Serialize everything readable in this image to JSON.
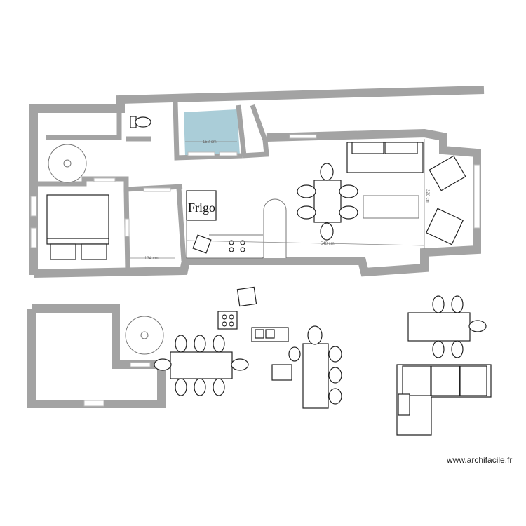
{
  "plan": {
    "fridge_label": "Frigo",
    "dimensions": {
      "shower_width": "158 cm",
      "hall_width": "134 cm",
      "living_length": "548 cm",
      "living_depth": "320 cm"
    },
    "watermark": "www.archifacile.fr",
    "colors": {
      "wall": "#a3a3a3",
      "shower": "#aacdd8",
      "furniture_stroke": "#222222"
    }
  }
}
